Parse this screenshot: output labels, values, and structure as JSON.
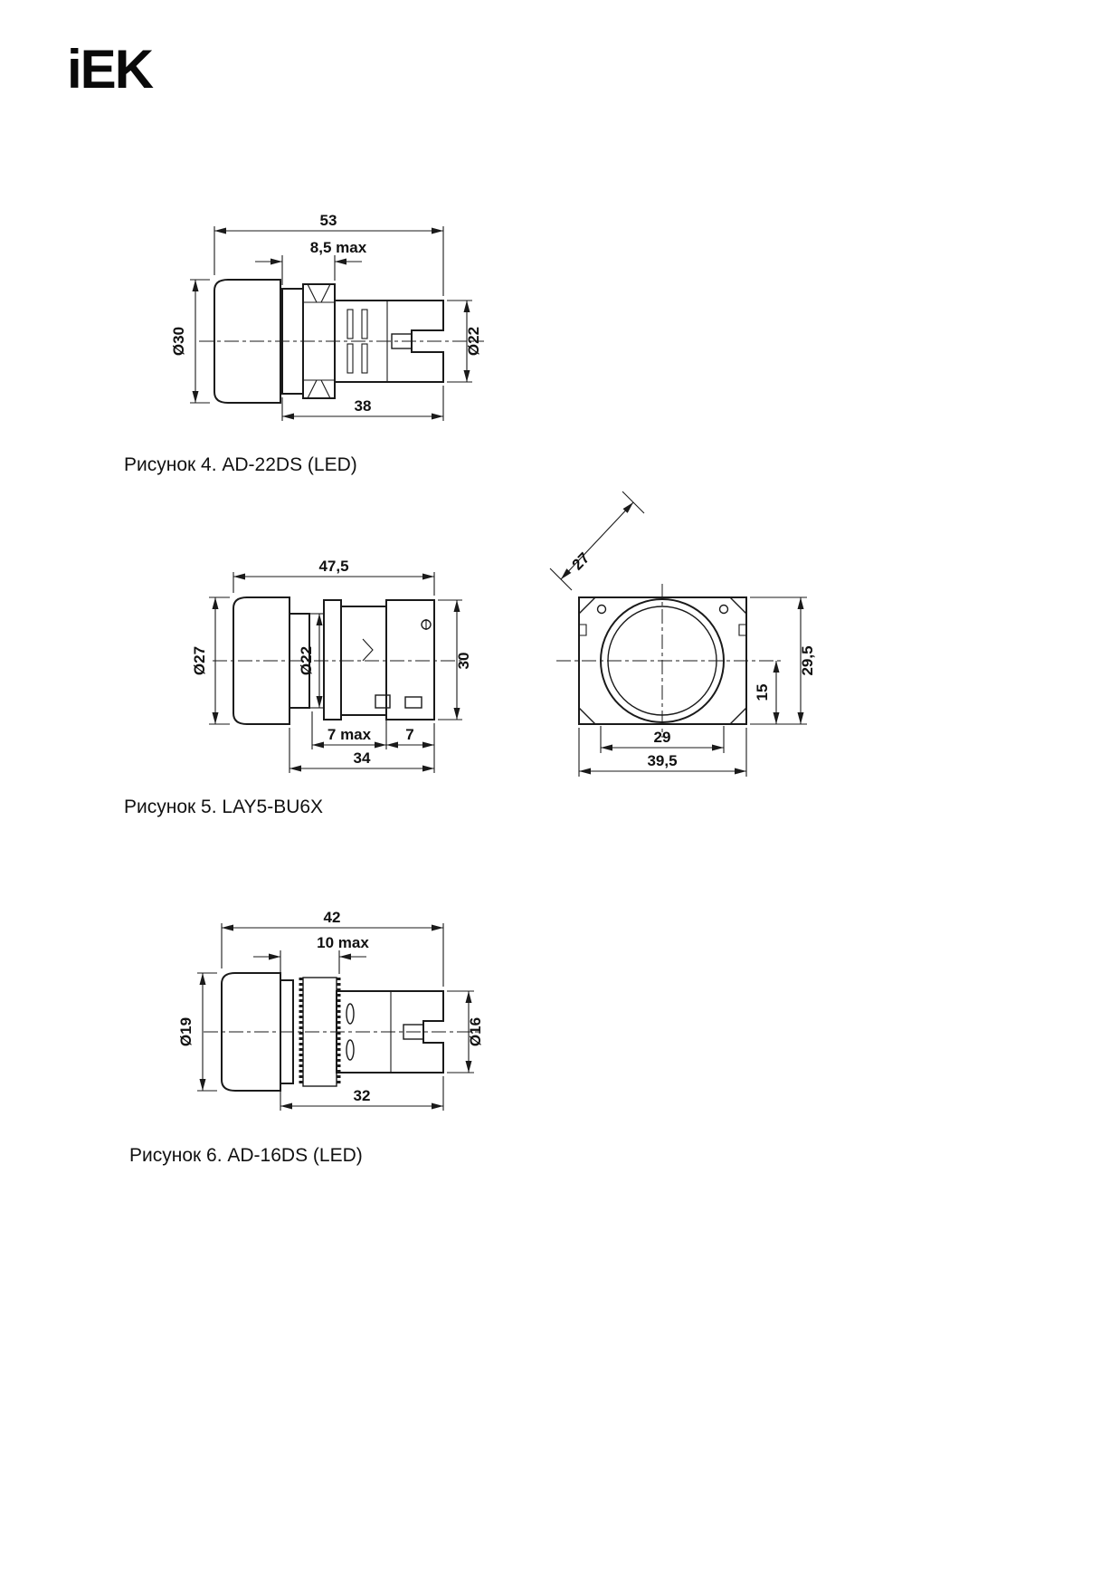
{
  "logo": {
    "text": "iEK"
  },
  "fig4": {
    "caption": "Рисунок 4. AD-22DS (LED)",
    "dim_total_width": "53",
    "dim_panel_thickness": "8,5 max",
    "dim_lens_diameter": "Ø30",
    "dim_body_diameter": "Ø22",
    "dim_body_length": "38"
  },
  "fig5": {
    "caption": "Рисунок 5. LAY5-BU6X",
    "side_view": {
      "dim_total_width": "47,5",
      "dim_head_diameter": "Ø27",
      "dim_collar_diameter": "Ø22",
      "dim_block_height": "30",
      "dim_panel_thickness": "7 max",
      "dim_terminal_depth": "7",
      "dim_body_length": "34"
    },
    "front_view": {
      "dim_corner_width": "27",
      "dim_total_height": "29,5",
      "dim_center_to_bottom": "15",
      "dim_hole_width": "29",
      "dim_total_width": "39,5"
    }
  },
  "fig6": {
    "caption": "Рисунок 6. AD-16DS (LED)",
    "dim_total_width": "42",
    "dim_panel_thickness": "10 max",
    "dim_lens_diameter": "Ø19",
    "dim_body_diameter": "Ø16",
    "dim_body_length": "32"
  }
}
